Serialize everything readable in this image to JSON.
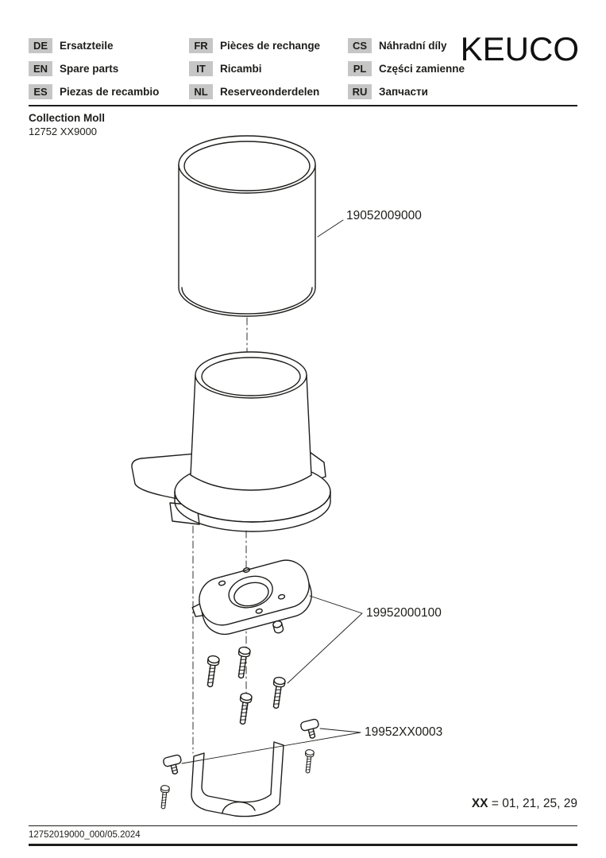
{
  "header": {
    "brand": "KEUCO",
    "language_columns": [
      {
        "items": [
          {
            "code": "DE",
            "label": "Ersatzteile"
          },
          {
            "code": "EN",
            "label": "Spare parts"
          },
          {
            "code": "ES",
            "label": "Piezas de recambio"
          }
        ]
      },
      {
        "items": [
          {
            "code": "FR",
            "label": "Pièces de rechange"
          },
          {
            "code": "IT",
            "label": "Ricambi"
          },
          {
            "code": "NL",
            "label": "Reserveonderdelen"
          }
        ]
      },
      {
        "items": [
          {
            "code": "CS",
            "label": "Náhradní díly"
          },
          {
            "code": "PL",
            "label": "Części zamienne"
          },
          {
            "code": "RU",
            "label": "Запчасти"
          }
        ]
      }
    ]
  },
  "product": {
    "collection": "Collection Moll",
    "article_number": "12752 XX9000"
  },
  "diagram": {
    "labels": {
      "tumbler": "19052009000",
      "mounting_plate": "19952000100",
      "wall_bracket": "19952XX0003"
    },
    "variant_note": {
      "prefix": "XX",
      "suffix": " = 01, 21, 25, 29"
    }
  },
  "footer": {
    "document_code": "12752019000_000/05.2024"
  },
  "colors": {
    "line": "#1d1d1b",
    "badge_bg": "#c6c6c6",
    "text": "#1d1d1b",
    "background": "#ffffff"
  }
}
